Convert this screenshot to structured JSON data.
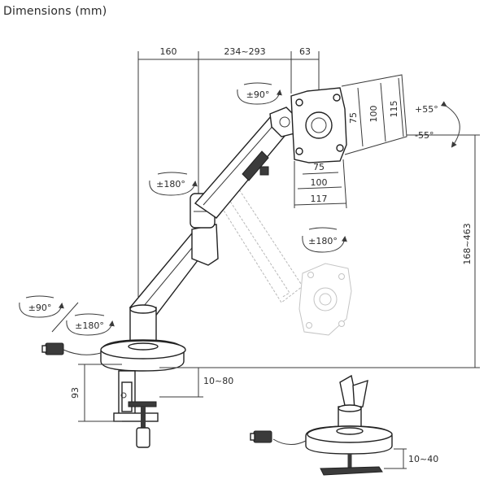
{
  "title": "Dimensions (mm)",
  "dims": {
    "d160": "160",
    "d234": "234~293",
    "d63": "63",
    "v75": "75",
    "v100": "100",
    "v115": "115",
    "h75": "75",
    "h100": "100",
    "h117": "117",
    "height": "168~463",
    "clamp": "10~80",
    "clampDepth": "93",
    "grommet": "10~40"
  },
  "rotations": {
    "top": "±90°",
    "arm": "±180°",
    "plate": "±180°",
    "baseTop": "±90°",
    "baseBottom": "±180°",
    "tiltUp": "+55°",
    "tiltDown": "-55°"
  }
}
